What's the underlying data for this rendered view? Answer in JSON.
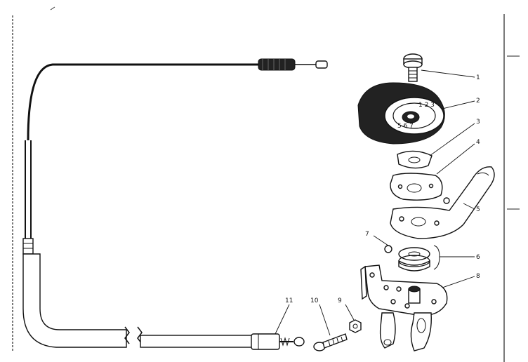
{
  "diagram": {
    "callouts": [
      "1",
      "2",
      "3",
      "4",
      "5",
      "6",
      "7",
      "8",
      "9",
      "10",
      "11"
    ],
    "part_names": {
      "1": "screw",
      "2": "control-dial",
      "3": "washer",
      "4": "plate",
      "5": "lever",
      "6": "spacer-pair",
      "7": "ball",
      "8": "mounting-bracket",
      "9": "nut",
      "10": "bolt",
      "11": "cable-end"
    }
  }
}
